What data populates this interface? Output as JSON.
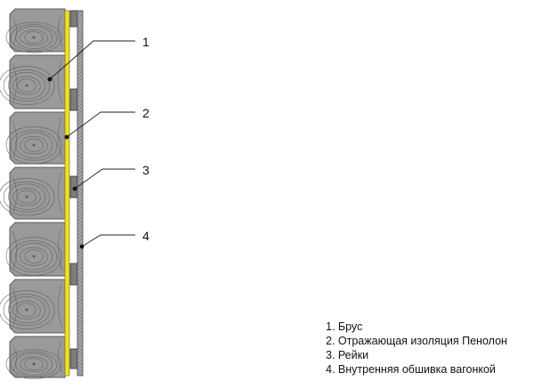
{
  "callouts": [
    {
      "number": "1",
      "label": "1. Брус"
    },
    {
      "number": "2",
      "label": "2. Отражающая изоляция Пенолон"
    },
    {
      "number": "3",
      "label": "3. Рейки"
    },
    {
      "number": "4",
      "label": "4. Внутренняя обшивка вагонкой"
    }
  ],
  "colors": {
    "timber": "#9a9a9a",
    "timber_line": "#5c5c5c",
    "insulation": "#f2e600",
    "insulation_edge": "#7a7a7a",
    "batten": "#7c7c7c",
    "lining": "#a6a6a6",
    "leader": "#222222"
  },
  "icons": [
    "timber-log-icon",
    "insulation-layer-icon",
    "batten-icon",
    "lining-board-icon"
  ]
}
